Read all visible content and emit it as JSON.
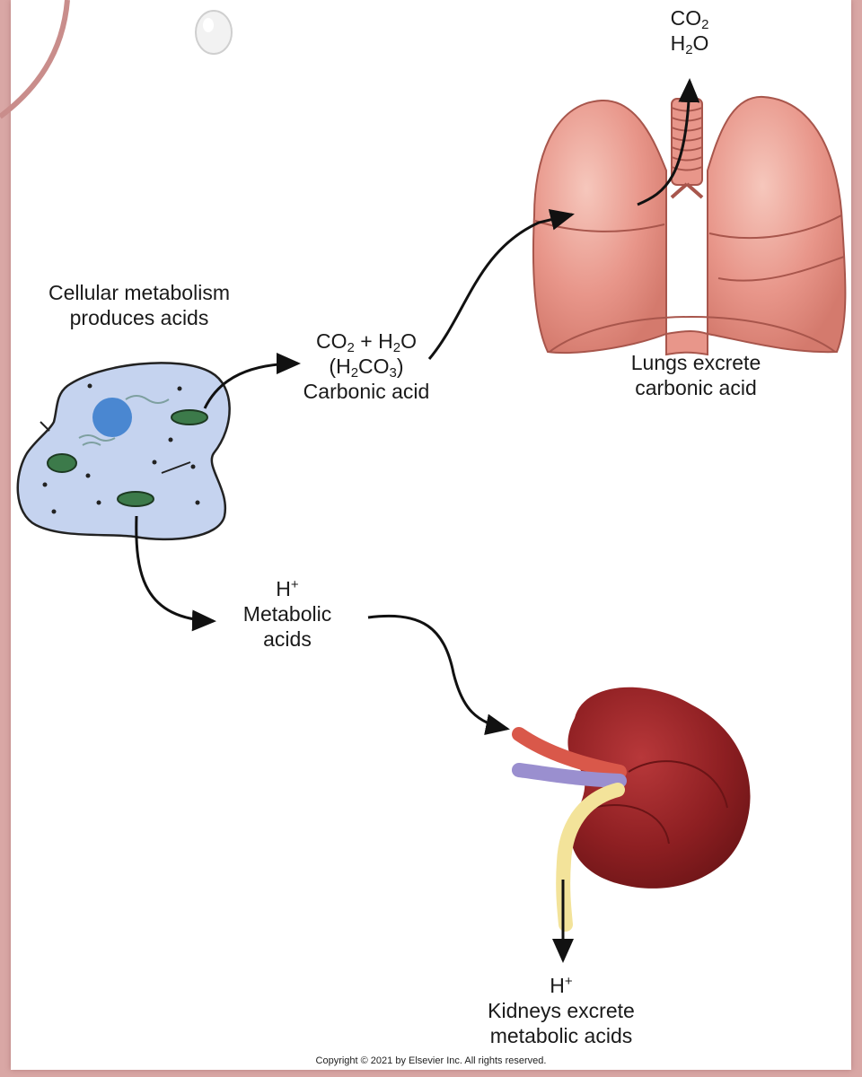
{
  "labels": {
    "cell_line1": "Cellular metabolism",
    "cell_line2": "produces acids",
    "eq_co2": "CO",
    "eq_co2_sub": "2",
    "eq_plus": " + H",
    "eq_h2o_sub": "2",
    "eq_o": "O",
    "eq_h2co3_open": "(H",
    "eq_h2co3_sub1": "2",
    "eq_h2co3_mid": "CO",
    "eq_h2co3_sub2": "3",
    "eq_h2co3_close": ")",
    "carbonic": "Carbonic acid",
    "out_co2": "CO",
    "out_co2_sub": "2",
    "out_h2o_h": "H",
    "out_h2o_sub": "2",
    "out_h2o_o": "O",
    "lungs_line1": "Lungs excrete",
    "lungs_line2": "carbonic acid",
    "hplus": "H",
    "hplus_sup": "+",
    "metabolic_line1": "Metabolic",
    "metabolic_line2": "acids",
    "kid_hplus": "H",
    "kid_hplus_sup": "+",
    "kidney_line1": "Kidneys excrete",
    "kidney_line2": "metabolic acids"
  },
  "copyright": "Copyright © 2021 by Elsevier Inc. All rights reserved.",
  "colors": {
    "lung": "#e8968a",
    "lung_edge": "#a8564c",
    "cell": "#c5d3ef",
    "nucleus": "#4a87d1",
    "kidney": "#8e1f22",
    "artery": "#d9584a",
    "vein": "#9a8fcf",
    "ureter": "#f3e39a",
    "frame": "#d9a7a5"
  }
}
